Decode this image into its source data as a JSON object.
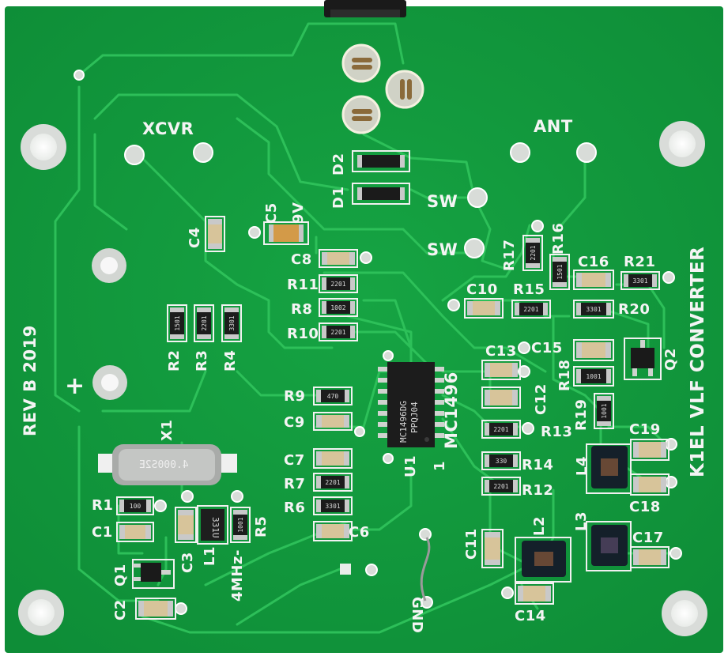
{
  "board": {
    "title": "K1EL VLF CONVERTER",
    "revision": "REV B 2019",
    "colors": {
      "pcb": "#119a3c",
      "trace": "#2fc25b",
      "silk": "#f4f4f4",
      "pad": "#cfd3d0"
    }
  },
  "labels": {
    "xcvr": "XCVR",
    "ant": "ANT",
    "sw1": "SW",
    "sw2": "SW",
    "gnd": "GND",
    "plus": "+",
    "nine_v": "9V",
    "freq": "4MHz-",
    "ic_part": "MC1496",
    "ic_ref": "U1",
    "pin1": "1",
    "xtal_ref": "X1"
  },
  "refs": {
    "d2": "D2",
    "d1": "D1",
    "c5": "C5",
    "c4": "C4",
    "c8": "C8",
    "r11": "R11",
    "r8": "R8",
    "r10": "R10",
    "r9": "R9",
    "c9": "C9",
    "c7": "C7",
    "r7": "R7",
    "r6": "R6",
    "c6": "C6",
    "r2": "R2",
    "r3": "R3",
    "r4": "R4",
    "r1": "R1",
    "c1": "C1",
    "c3": "C3",
    "l1": "L1",
    "r5": "R5",
    "q1": "Q1",
    "c2": "C2",
    "c10": "C10",
    "r15": "R15",
    "r17": "R17",
    "r16": "R16",
    "c16": "C16",
    "r21": "R21",
    "r20": "R20",
    "c13": "C13",
    "c15": "C15",
    "c12": "C12",
    "r13": "R13",
    "r18": "R18",
    "q2": "Q2",
    "r19": "R19",
    "r14": "R14",
    "r12": "R12",
    "c11": "C11",
    "l2": "L2",
    "c14": "C14",
    "l3": "L3",
    "c17": "C17",
    "l4": "L4",
    "c19": "C19",
    "c18": "C18"
  },
  "markings": {
    "ic_line1": "MC1496DG",
    "ic_line2": "PPQJ04",
    "crystal": "4.000S2E",
    "inductor": "331U",
    "r1": "100",
    "r2": "1501",
    "r3": "2201",
    "r4": "3301",
    "r5": "1001",
    "r11": "2201",
    "r8": "1002",
    "r10": "2201",
    "r9": "470",
    "r7": "2201",
    "r6": "3301",
    "r17": "2201",
    "r16": "1501",
    "r21": "3301",
    "r15": "2201",
    "r20": "3301",
    "r18": "1001",
    "r19": "1001",
    "r13": "2201",
    "r14": "330",
    "r12": "2201"
  }
}
